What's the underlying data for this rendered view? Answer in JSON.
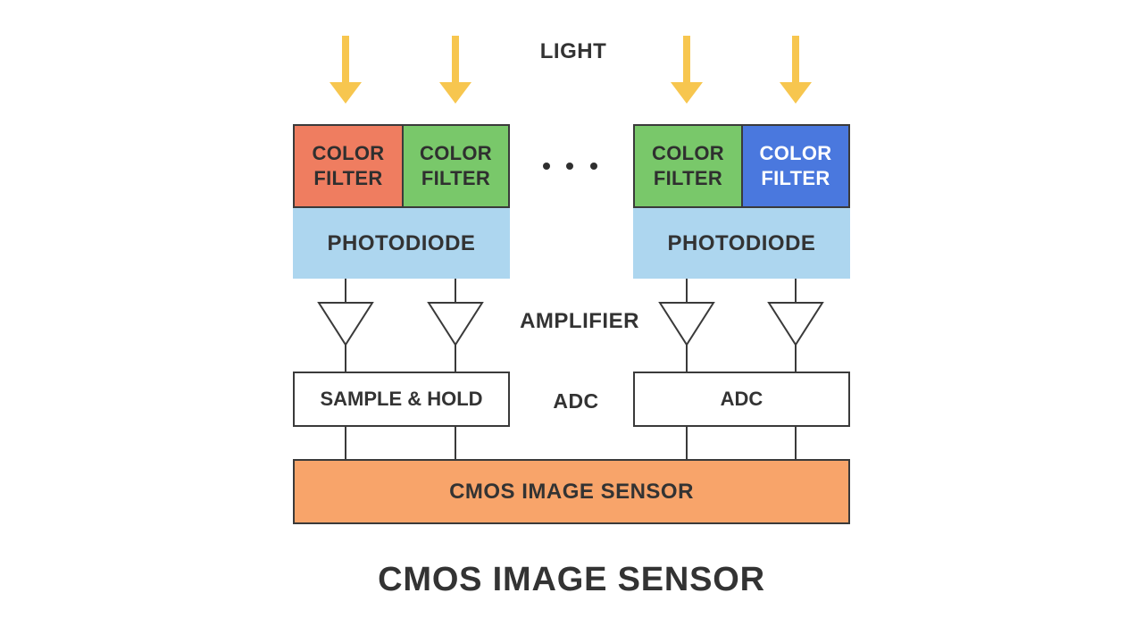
{
  "labels": {
    "light": "LIGHT",
    "amplifier": "AMPLIFIER",
    "adc_middle": "ADC",
    "title": "CMOS IMAGE SENSOR"
  },
  "filters": [
    {
      "text": "COLOR\nFILTER",
      "color": "#ef7d60"
    },
    {
      "text": "COLOR\nFILTER",
      "color": "#79c86a"
    },
    {
      "text": "COLOR\nFILTER",
      "color": "#79c86a"
    },
    {
      "text": "COLOR\nFILTER",
      "color": "#4a78de",
      "text_color": "#ffffff"
    }
  ],
  "photodiode_left": "PHOTODIODE",
  "photodiode_right": "PHOTODIODE",
  "sample_hold": "SAMPLE & HOLD",
  "adc_box": "ADC",
  "sensor_bar": "CMOS IMAGE SENSOR",
  "colors": {
    "arrow": "#f7c64f",
    "sensor": "#f8a46a",
    "photodiode": "#add6ef",
    "line": "#3a3a3a"
  }
}
